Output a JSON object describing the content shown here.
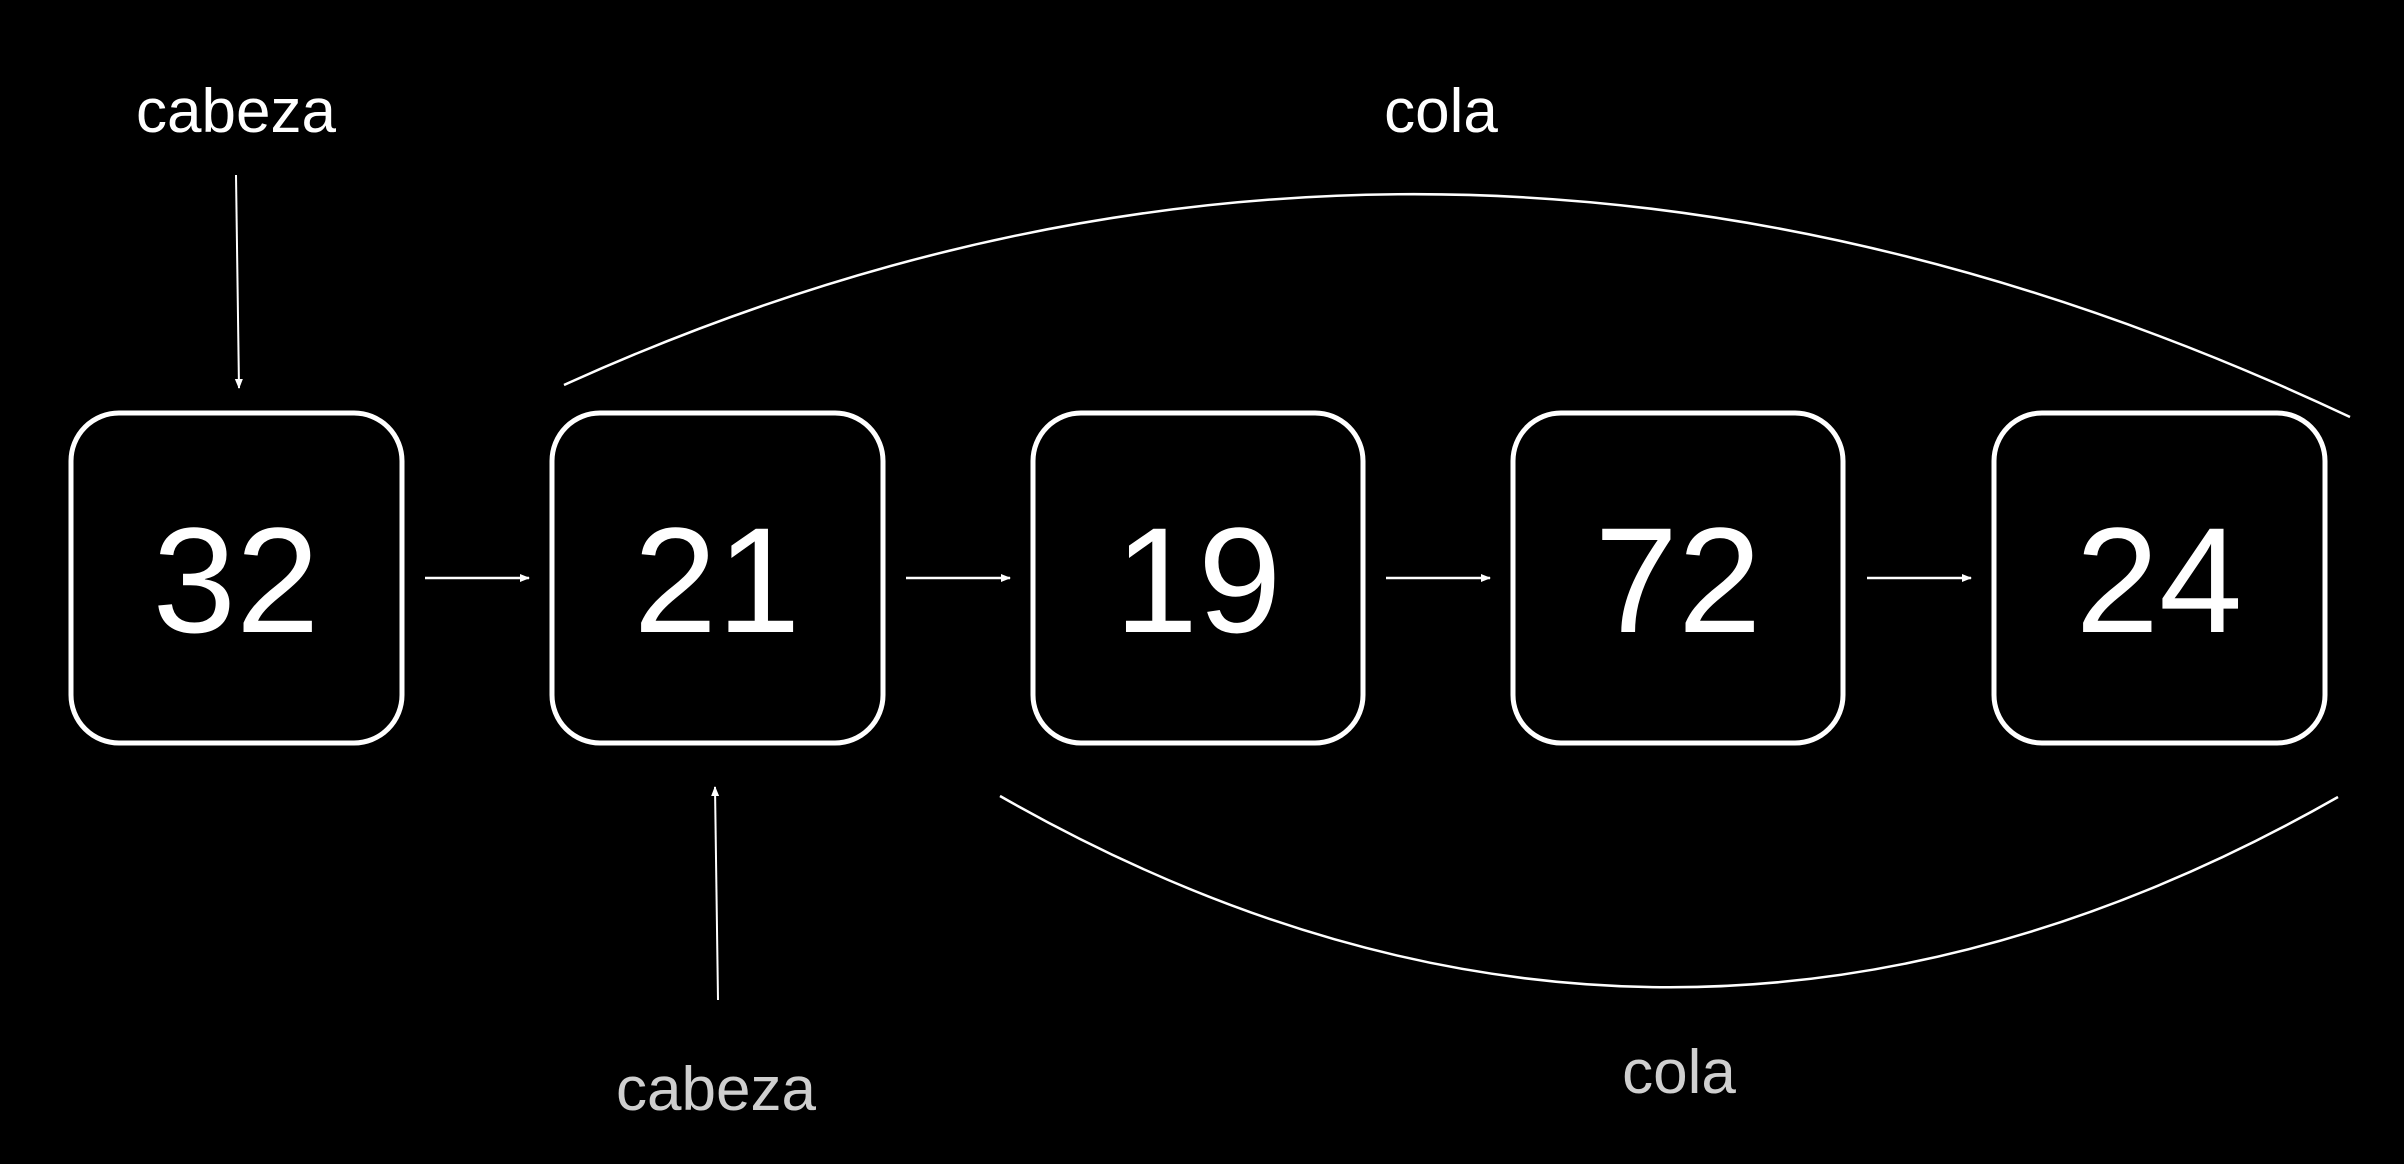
{
  "nodes": [
    {
      "value": "32"
    },
    {
      "value": "21"
    },
    {
      "value": "19"
    },
    {
      "value": "72"
    },
    {
      "value": "24"
    }
  ],
  "top_labels": {
    "head": "cabeza",
    "tail": "cola"
  },
  "bottom_labels": {
    "head": "cabeza",
    "tail": "cola"
  },
  "colors": {
    "background": "#000000",
    "foreground": "#ffffff",
    "bottom_label": "#cfcfcf"
  }
}
